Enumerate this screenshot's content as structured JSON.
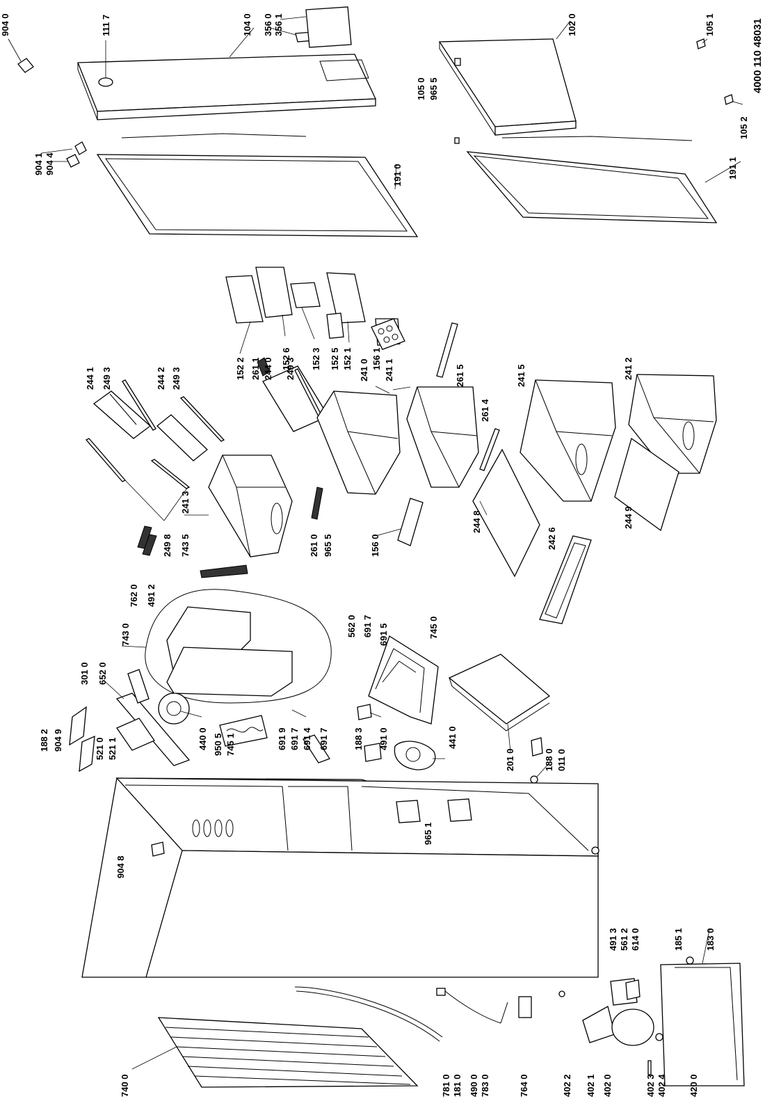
{
  "document_id": "4000 110 48031",
  "callouts": [
    {
      "id": "c-9040-a",
      "text": "904 0"
    },
    {
      "id": "c-1117",
      "text": "111 7"
    },
    {
      "id": "c-1040",
      "text": "104 0"
    },
    {
      "id": "c-3560",
      "text": "356 0"
    },
    {
      "id": "c-3561",
      "text": "356 1"
    },
    {
      "id": "c-1020",
      "text": "102 0"
    },
    {
      "id": "c-1051",
      "text": "105 1"
    },
    {
      "id": "c-1050",
      "text": "105 0"
    },
    {
      "id": "c-9655-a",
      "text": "965 5"
    },
    {
      "id": "c-1052",
      "text": "105 2"
    },
    {
      "id": "c-1911",
      "text": "191 1"
    },
    {
      "id": "c-9041",
      "text": "904 1"
    },
    {
      "id": "c-9044",
      "text": "904 4"
    },
    {
      "id": "c-1910",
      "text": "191 0"
    },
    {
      "id": "c-2441",
      "text": "244 1"
    },
    {
      "id": "c-2493-a",
      "text": "249 3"
    },
    {
      "id": "c-2442",
      "text": "244 2"
    },
    {
      "id": "c-2493-b",
      "text": "249 3"
    },
    {
      "id": "c-1522",
      "text": "152 2"
    },
    {
      "id": "c-2611",
      "text": "261 1"
    },
    {
      "id": "c-2440",
      "text": "244 0"
    },
    {
      "id": "c-2493-c",
      "text": "249 3"
    },
    {
      "id": "c-1526",
      "text": "152 6"
    },
    {
      "id": "c-1523",
      "text": "152 3"
    },
    {
      "id": "c-1525",
      "text": "152 5"
    },
    {
      "id": "c-1521",
      "text": "152 1"
    },
    {
      "id": "c-2410",
      "text": "241 0"
    },
    {
      "id": "c-1561",
      "text": "156 1"
    },
    {
      "id": "c-2411",
      "text": "241 1"
    },
    {
      "id": "c-2615",
      "text": "261 5"
    },
    {
      "id": "c-2614",
      "text": "261 4"
    },
    {
      "id": "c-2415",
      "text": "241 5"
    },
    {
      "id": "c-2412",
      "text": "241 2"
    },
    {
      "id": "c-2498",
      "text": "249 8"
    },
    {
      "id": "c-7435",
      "text": "743 5"
    },
    {
      "id": "c-2413",
      "text": "241 3"
    },
    {
      "id": "c-2610",
      "text": "261 0"
    },
    {
      "id": "c-9655-b",
      "text": "965 5"
    },
    {
      "id": "c-1560",
      "text": "156 0"
    },
    {
      "id": "c-2448",
      "text": "244 8"
    },
    {
      "id": "c-2426",
      "text": "242 6"
    },
    {
      "id": "c-2449",
      "text": "244 9"
    },
    {
      "id": "c-7620",
      "text": "762 0"
    },
    {
      "id": "c-4912",
      "text": "491 2"
    },
    {
      "id": "c-7430",
      "text": "743 0"
    },
    {
      "id": "c-5620",
      "text": "562 0"
    },
    {
      "id": "c-6917-a",
      "text": "691 7"
    },
    {
      "id": "c-6915",
      "text": "691 5"
    },
    {
      "id": "c-7450",
      "text": "745 0"
    },
    {
      "id": "c-3010",
      "text": "301 0"
    },
    {
      "id": "c-6520",
      "text": "652 0"
    },
    {
      "id": "c-1882",
      "text": "188 2"
    },
    {
      "id": "c-9049",
      "text": "904 9"
    },
    {
      "id": "c-5210",
      "text": "521 0"
    },
    {
      "id": "c-5211",
      "text": "521 1"
    },
    {
      "id": "c-4400",
      "text": "440 0"
    },
    {
      "id": "c-9505",
      "text": "950 5"
    },
    {
      "id": "c-7451",
      "text": "745 1"
    },
    {
      "id": "c-6919",
      "text": "691 9"
    },
    {
      "id": "c-6917-b",
      "text": "691 7"
    },
    {
      "id": "c-6914",
      "text": "691 4"
    },
    {
      "id": "c-6917-c",
      "text": "691 7"
    },
    {
      "id": "c-1883",
      "text": "188 3"
    },
    {
      "id": "c-4910",
      "text": "491 0"
    },
    {
      "id": "c-4410",
      "text": "441 0"
    },
    {
      "id": "c-2010",
      "text": "201 0"
    },
    {
      "id": "c-1880",
      "text": "188 0"
    },
    {
      "id": "c-0110",
      "text": "011 0"
    },
    {
      "id": "c-9048",
      "text": "904 8"
    },
    {
      "id": "c-9651",
      "text": "965 1"
    },
    {
      "id": "c-4913",
      "text": "491 3"
    },
    {
      "id": "c-5612",
      "text": "561 2"
    },
    {
      "id": "c-6140",
      "text": "614 0"
    },
    {
      "id": "c-1851",
      "text": "185 1"
    },
    {
      "id": "c-1830",
      "text": "183 0"
    },
    {
      "id": "c-7400",
      "text": "740 0"
    },
    {
      "id": "c-7810",
      "text": "781 0"
    },
    {
      "id": "c-1810",
      "text": "181 0"
    },
    {
      "id": "c-4900",
      "text": "490 0"
    },
    {
      "id": "c-7830",
      "text": "783 0"
    },
    {
      "id": "c-7640",
      "text": "764 0"
    },
    {
      "id": "c-4022",
      "text": "402 2"
    },
    {
      "id": "c-4021",
      "text": "402 1"
    },
    {
      "id": "c-4020",
      "text": "402 0"
    },
    {
      "id": "c-4023",
      "text": "402 3"
    },
    {
      "id": "c-4024",
      "text": "402 4"
    },
    {
      "id": "c-4200",
      "text": "420 0"
    }
  ]
}
